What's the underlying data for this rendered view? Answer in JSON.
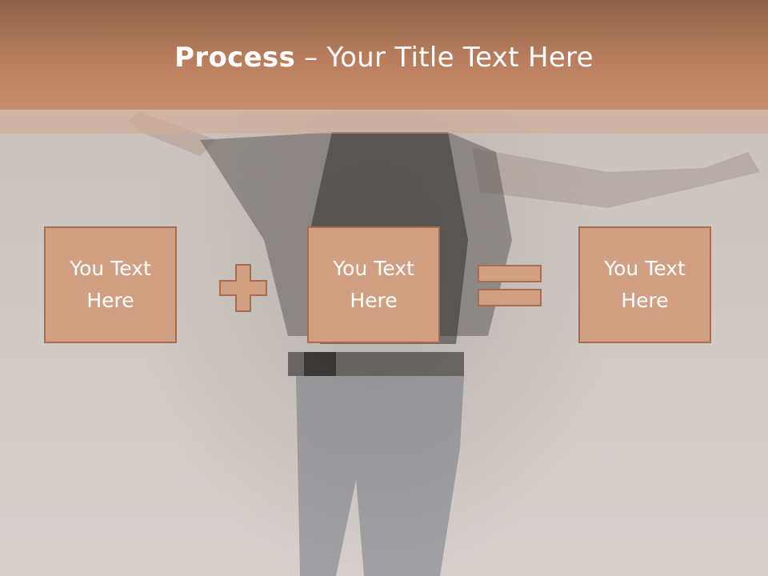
{
  "slide": {
    "title_bold": "Process",
    "title_rest": " – Your Title Text Here"
  },
  "boxes": [
    {
      "text": "You Text Here"
    },
    {
      "text": "You Text Here"
    },
    {
      "text": "You Text Here"
    }
  ],
  "operators": [
    "plus-icon",
    "equals-icon"
  ],
  "colors": {
    "header": "#b97e5e",
    "box_fill": "#d19f82",
    "box_border": "#a86b4b",
    "text": "#ffffff"
  }
}
